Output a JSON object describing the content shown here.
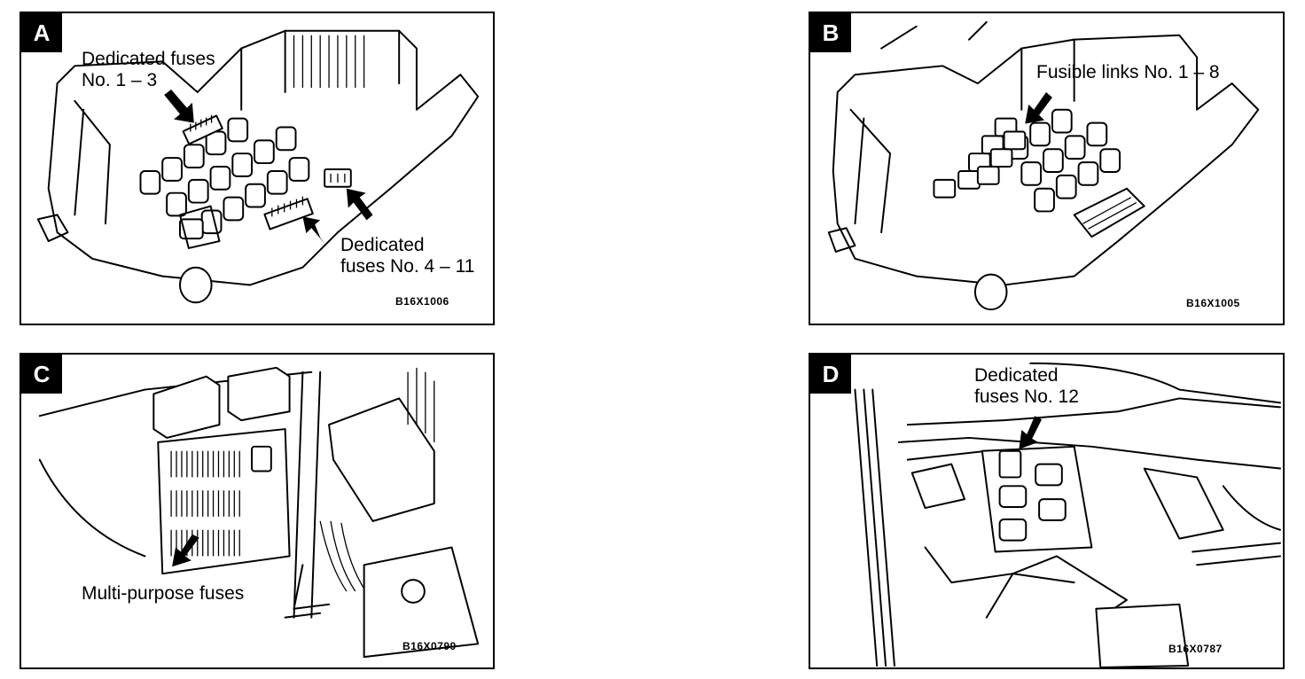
{
  "panels": {
    "a": {
      "letter": "A",
      "label1": "Dedicated fuses",
      "label2": "No. 1 – 3",
      "label3": "Dedicated",
      "label4": "fuses No. 4 – 11",
      "code": "B16X1006"
    },
    "b": {
      "letter": "B",
      "label1": "Fusible links No. 1 – 8",
      "code": "B16X1005"
    },
    "c": {
      "letter": "C",
      "label1": "Multi-purpose fuses",
      "code": "B16X0799"
    },
    "d": {
      "letter": "D",
      "label1": "Dedicated",
      "label2": "fuses No. 12",
      "code": "B16X0787"
    }
  },
  "colors": {
    "ink": "#000000",
    "paper": "#ffffff"
  },
  "icons": {
    "arrow": "pointer-arrow-icon"
  }
}
